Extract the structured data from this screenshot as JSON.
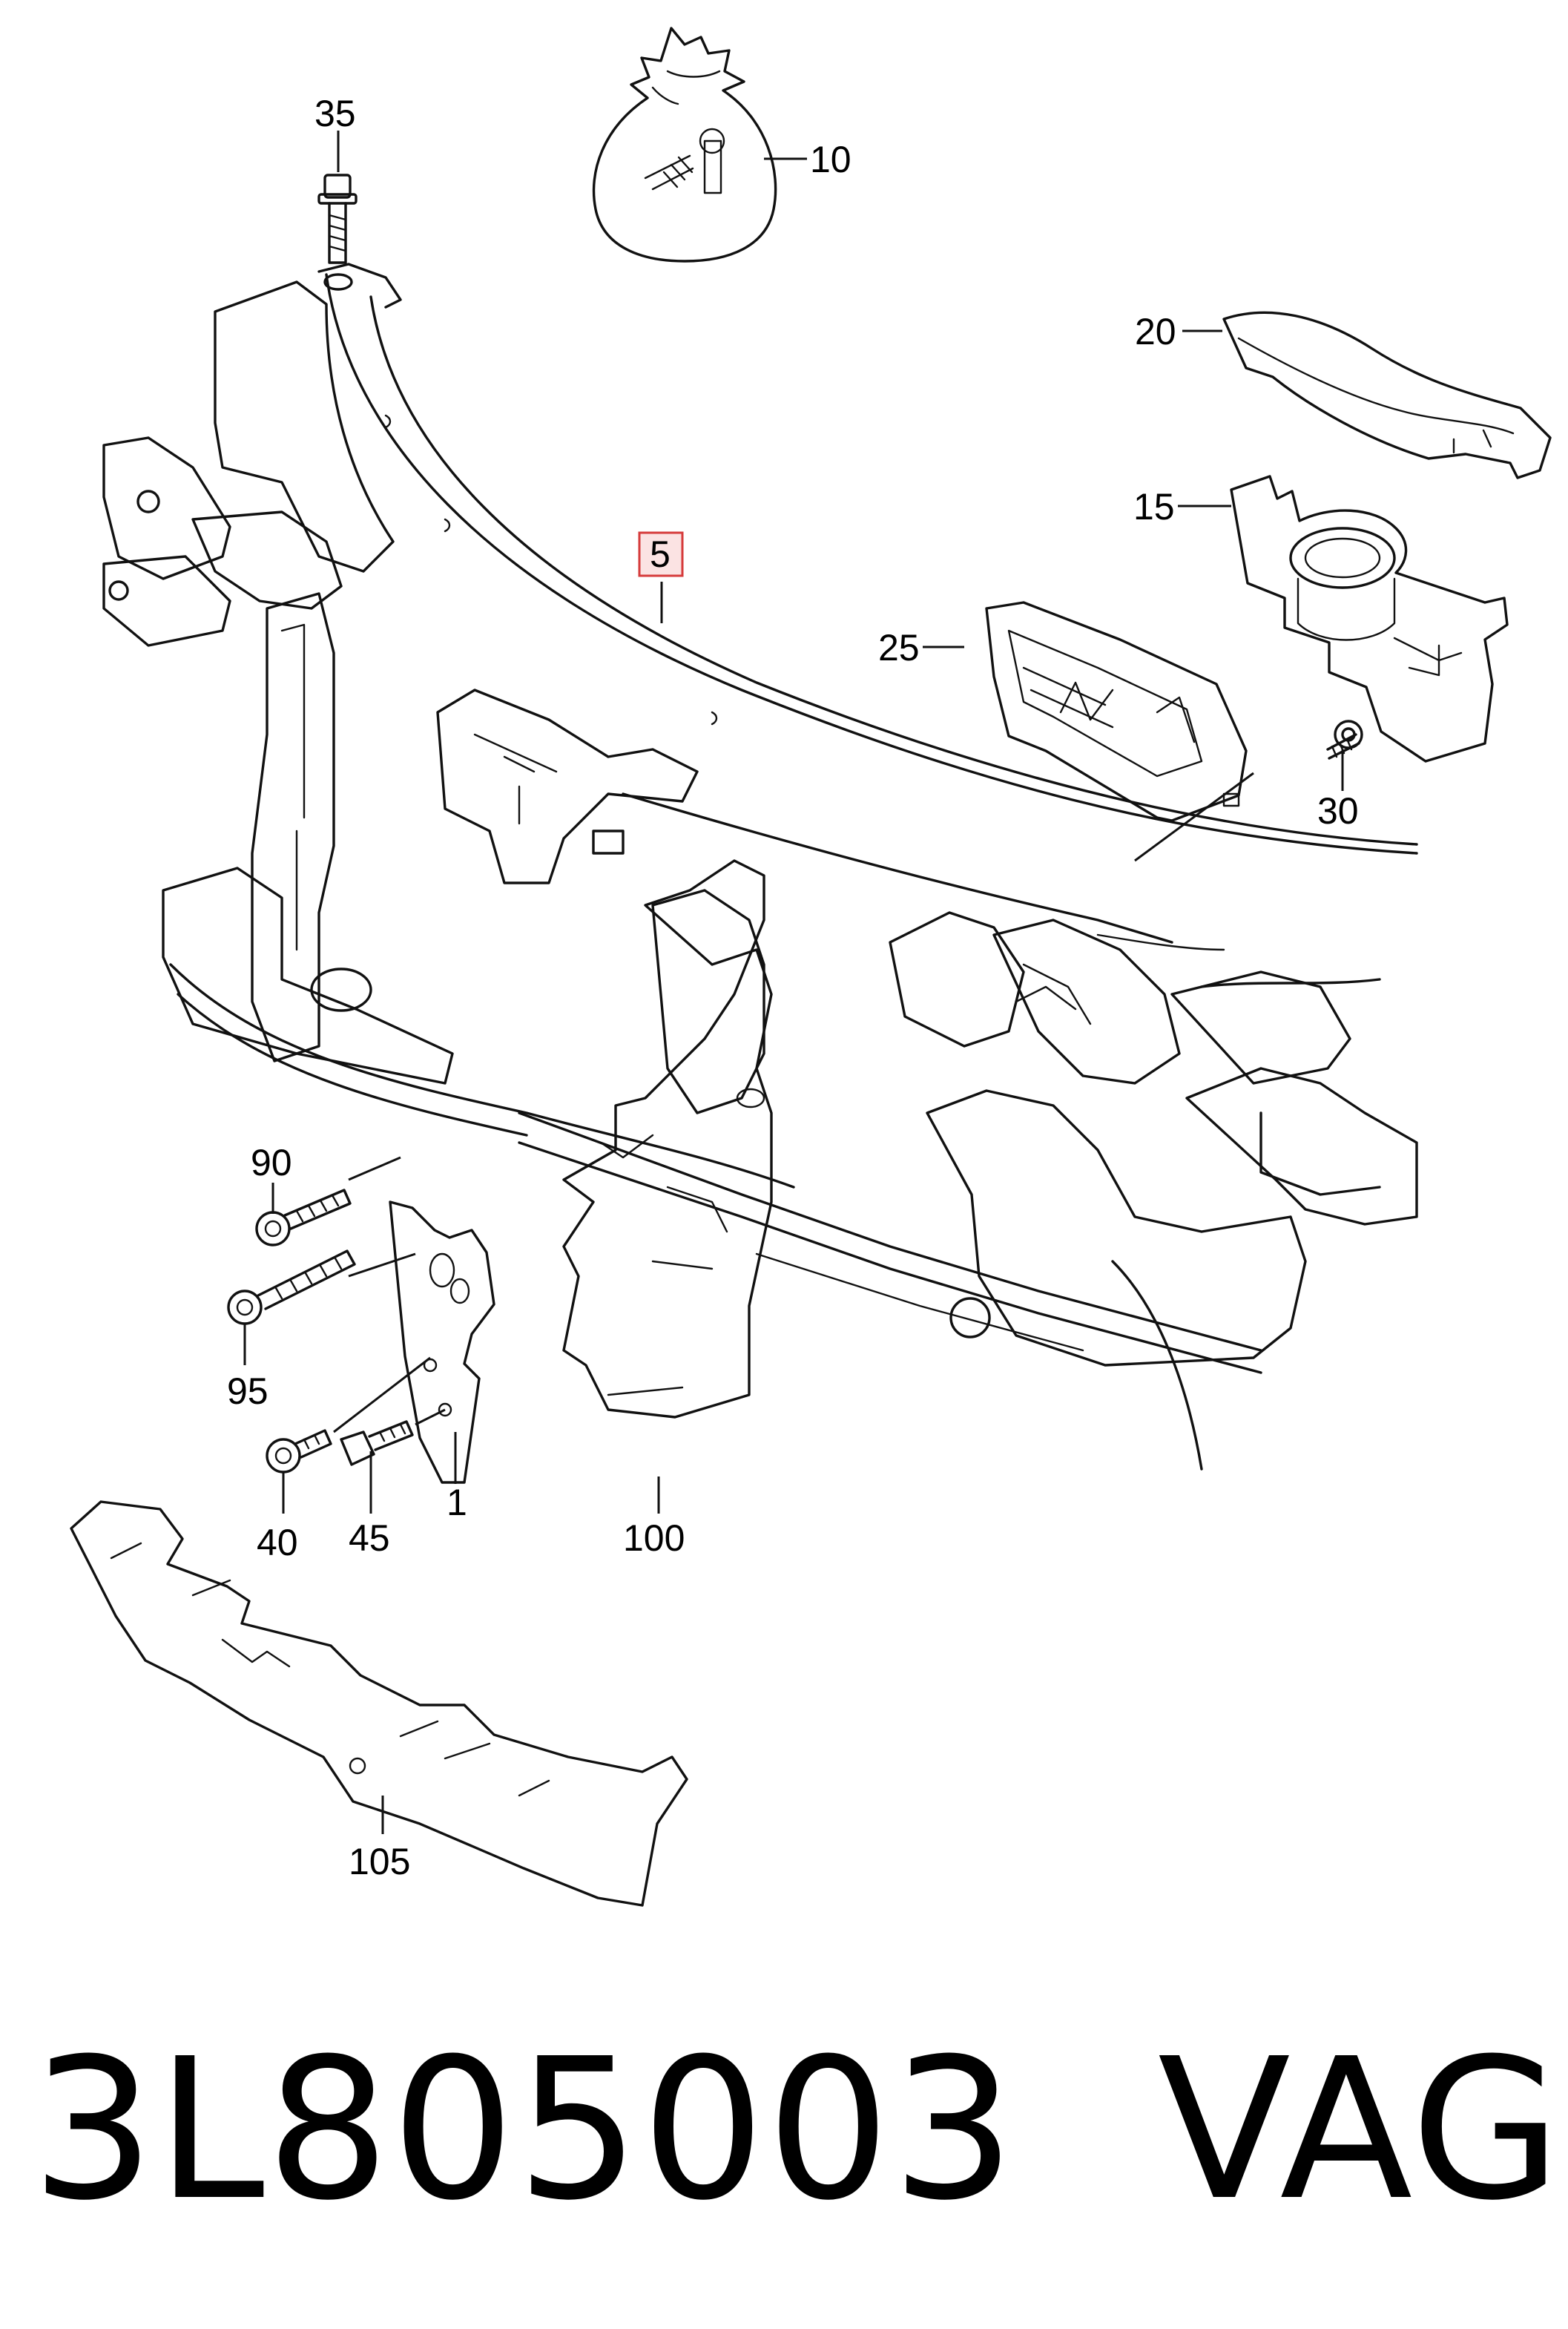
{
  "callouts": {
    "c35": "35",
    "c10": "10",
    "c20": "20",
    "c15": "15",
    "c5": "5",
    "c25": "25",
    "c30": "30",
    "c90": "90",
    "c95": "95",
    "c40": "40",
    "c45": "45",
    "c1": "1",
    "c100": "100",
    "c105": "105"
  },
  "highlighted_callout": "5",
  "colors": {
    "highlight_fill": "#fbe3e3",
    "highlight_stroke": "#d63b3b",
    "line": "#111111"
  },
  "footer": {
    "part_number": "3L805003",
    "brand": "VAG"
  }
}
